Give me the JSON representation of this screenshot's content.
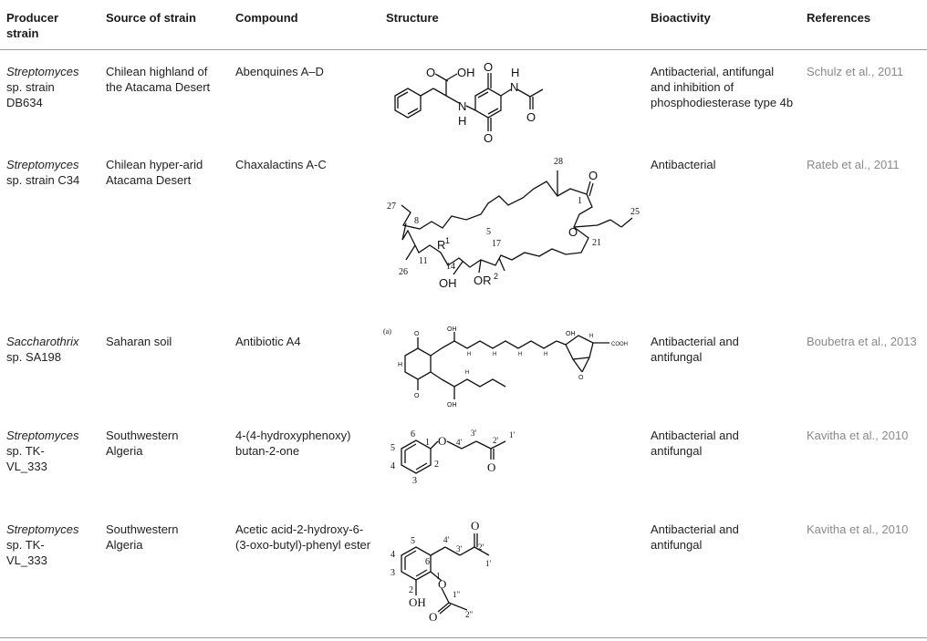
{
  "headers": {
    "producer": "Producer strain",
    "source": "Source of strain",
    "compound": "Compound",
    "structure": "Structure",
    "bioactivity": "Bioactivity",
    "references": "References"
  },
  "rows": [
    {
      "producer_genus": "Streptomyces",
      "producer_rest": "sp. strain DB634",
      "source": "Chilean highland of the Atacama Desert",
      "compound": "Abenquines A–D",
      "bioactivity": "Antibacterial, antifungal and inhibition of phosphodiesterase type 4b",
      "reference": "Schulz et al., 2011"
    },
    {
      "producer_genus": "Streptomyces",
      "producer_rest": "sp. strain C34",
      "source": "Chilean hyper-arid Atacama Desert",
      "compound": "Chaxalactins A-C",
      "bioactivity": "Antibacterial",
      "reference": "Rateb et al., 2011"
    },
    {
      "producer_genus": "Saccharothrix",
      "producer_rest": "sp. SA198",
      "source": "Saharan soil",
      "compound": "Antibiotic A4",
      "bioactivity": "Antibacterial and antifungal",
      "reference": "Boubetra et al., 2013"
    },
    {
      "producer_genus": "Streptomyces",
      "producer_rest": "sp. TK-VL_333",
      "source": "Southwestern Algeria",
      "compound": "4-(4-hydroxyphenoxy) butan-2-one",
      "bioactivity": "Antibacterial and antifungal",
      "reference": "Kavitha et al., 2010"
    },
    {
      "producer_genus": "Streptomyces",
      "producer_rest": "sp. TK-VL_333",
      "source": "Southwestern Algeria",
      "compound": "Acetic acid-2-hydroxy-6-(3-oxo-butyl)-phenyl ester",
      "bioactivity": "Antibacterial and antifungal",
      "reference": "Kavitha et al., 2010"
    }
  ],
  "structure_labels": {
    "abenquine": {
      "o_top": "O",
      "o_bot": "O",
      "oh": "OH",
      "o_acid": "O",
      "nh_top": "N",
      "h_top": "H",
      "o_acyl": "O",
      "n_bot": "N",
      "h_bot": "H"
    },
    "chaxalactin": {
      "n28": "28",
      "n27": "27",
      "n8": "8",
      "n5": "5",
      "n1": "1",
      "o_carbonyl": "O",
      "o_ring": "O",
      "n21": "21",
      "n25": "25",
      "r1": "R",
      "r1_sup": "1",
      "n17": "17",
      "n11": "11",
      "n14": "14",
      "n26": "26",
      "oh": "OH",
      "or2": "OR",
      "or2_sup": "2"
    },
    "a4": {
      "tag": "(a)",
      "oh1": "OH",
      "oh2": "OH",
      "oh3": "OH",
      "h_left": "H",
      "o_top": "O",
      "o_bot": "O",
      "cooh": "COOH",
      "h1": "H",
      "h2": "H",
      "h3": "H",
      "h4": "H",
      "h5": "H",
      "h6": "H",
      "o_epox": "O"
    },
    "phenoxy": {
      "n6": "6",
      "n1": "1",
      "n5": "5",
      "n2": "2",
      "n4": "4",
      "n3": "3",
      "o": "O",
      "n4p": "4'",
      "n3p": "3'",
      "n2p": "2'",
      "n1p": "1'",
      "o_keto": "O"
    },
    "acetate": {
      "n5": "5",
      "n6": "6",
      "n4": "4",
      "n1": "1",
      "n3": "3",
      "n2": "2",
      "oh": "OH",
      "n4p": "4'",
      "n3p": "3'",
      "n2p": "2'",
      "n1p": "1'",
      "o_keto": "O",
      "o_ester": "O",
      "n1pp": "1\"",
      "n2pp": "2\"",
      "o_acyl": "O"
    }
  }
}
